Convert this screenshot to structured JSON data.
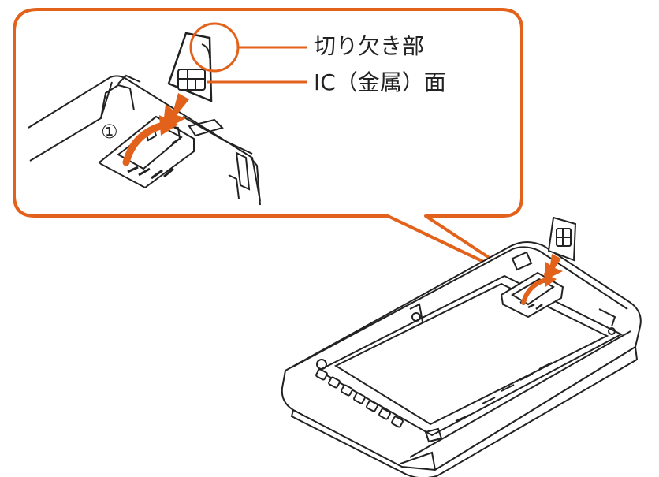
{
  "callout": {
    "step_marker": "①",
    "labels": {
      "notch": "切り欠き部",
      "ic_side": "IC（金属）面"
    }
  },
  "colors": {
    "accent": "#e2621b",
    "line": "#222222",
    "background": "#ffffff"
  },
  "icons": [
    "insert-arrow-icon",
    "rotate-arrow-icon",
    "sim-card-icon"
  ]
}
